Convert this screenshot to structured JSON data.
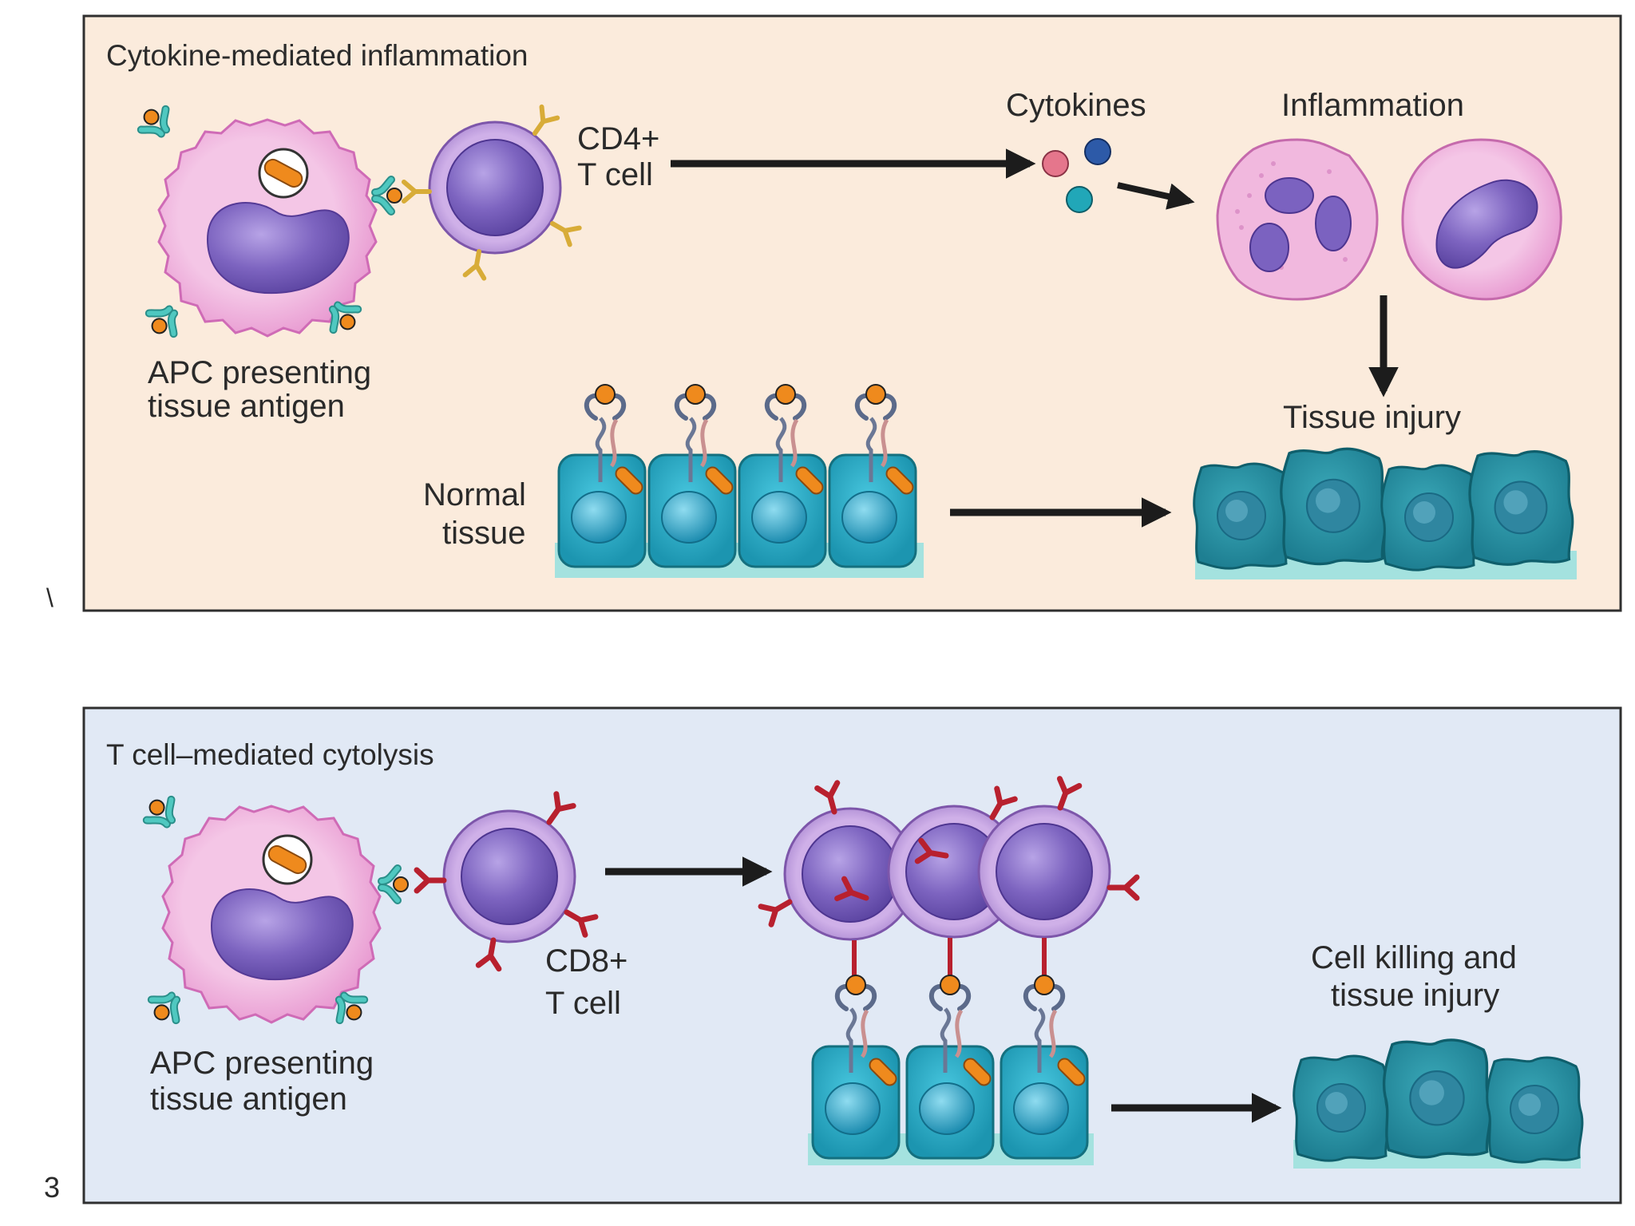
{
  "colors": {
    "panel_a_bg": "#fbebdc",
    "panel_b_bg": "#e1e9f5",
    "border": "#2f2f2f",
    "apc_membrane": "#e79ad0",
    "apc_cytoplasm": "#f2bce0",
    "nucleus": "#8b72c8",
    "t_cell": "#c59ee0",
    "receptor_cd4": "#d8ac38",
    "receptor_cd8": "#b8202e",
    "antigen_orange": "#ef8a1d",
    "mhc_teal": "#3fb7b0",
    "tissue_cell": "#34b3cc",
    "injured_cell": "#2b9bb0",
    "basement": "#a4e2df"
  },
  "panel_a": {
    "title": "Cytokine-mediated inflammation",
    "apc_label_line1": "APC presenting",
    "apc_label_line2": "tissue antigen",
    "tcell_label_line1": "CD4+",
    "tcell_label_line2": "T cell",
    "cytokines_label": "Cytokines",
    "inflammation_label": "Inflammation",
    "tissue_injury_label": "Tissue injury",
    "normal_tissue_line1": "Normal",
    "normal_tissue_line2": "tissue",
    "cytokine_colors": [
      "#e5768c",
      "#2d5aa8",
      "#21a7b8"
    ]
  },
  "panel_b": {
    "title": "T cell–mediated cytolysis",
    "apc_label_line1": "APC presenting",
    "apc_label_line2": "tissue antigen",
    "tcell_label_line1": "CD8+",
    "tcell_label_line2": "T cell",
    "result_line1": "Cell killing and",
    "result_line2": "tissue injury"
  },
  "margin_marks": {
    "a": "\\",
    "b": "3"
  }
}
